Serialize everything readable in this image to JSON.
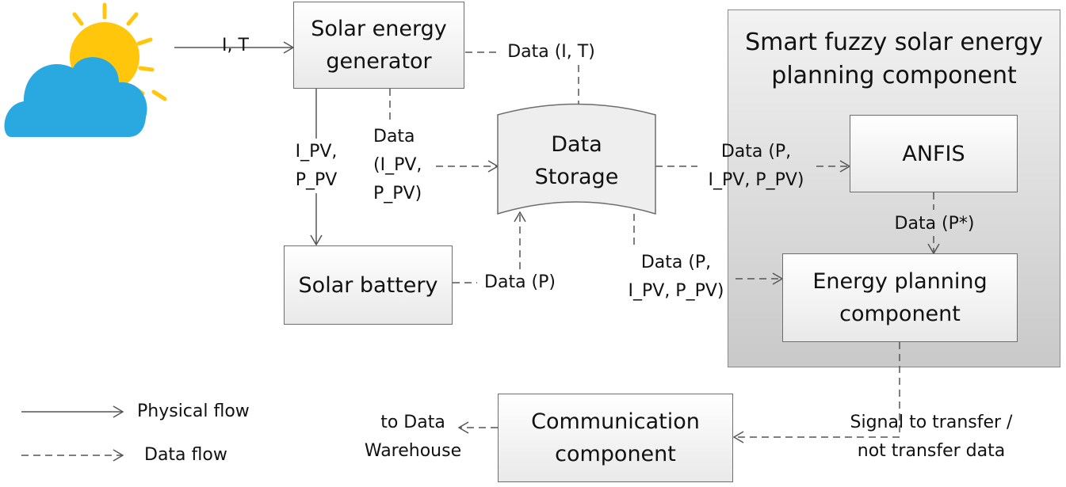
{
  "boxes": {
    "generator": "Solar energy\ngenerator",
    "storage": "Data\nStorage",
    "battery": "Solar battery",
    "anfis": "ANFIS",
    "planning": "Energy planning\ncomponent",
    "communication": "Communication\ncomponent"
  },
  "panel": {
    "title": "Smart fuzzy solar energy\nplanning component"
  },
  "labels": {
    "weather_to_generator": "I, T",
    "generator_to_storage": "Data (I, T)",
    "generator_to_battery": "I_PV,\nP_PV",
    "generator_data_storage": "Data\n(I_PV,\nP_PV)",
    "battery_to_storage": "Data (P)",
    "storage_to_anfis": "Data (P,\nI_PV, P_PV)",
    "storage_to_planning": "Data (P,\nI_PV, P_PV)",
    "anfis_to_planning": "Data (P*)",
    "planning_to_communication": "Signal to transfer /\nnot transfer data",
    "communication_to_warehouse": "to Data\nWarehouse"
  },
  "legend": {
    "physical": "Physical flow",
    "data": "Data flow"
  },
  "colors": {
    "sun": "#FFC60B",
    "cloud": "#2AA8E0",
    "line": "#555555"
  }
}
